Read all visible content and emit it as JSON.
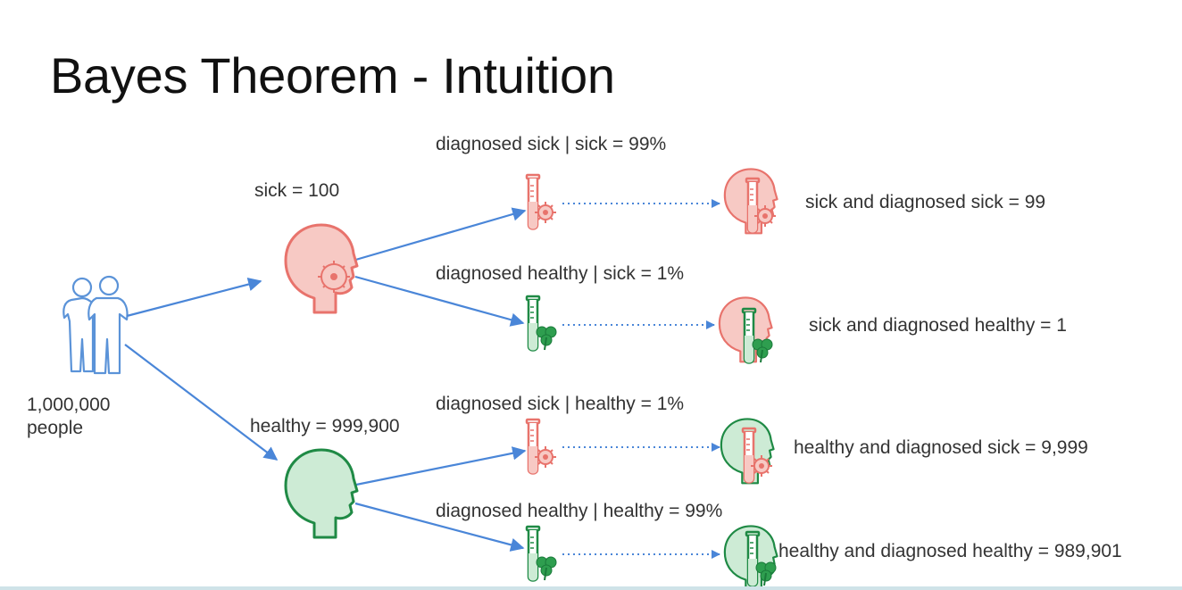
{
  "title": "Bayes Theorem - Intuition",
  "population": {
    "line1": "1,000,000",
    "line2": "people"
  },
  "groups": {
    "sick": "sick = 100",
    "healthy": "healthy = 999,900"
  },
  "test_labels": {
    "sick_pos": "diagnosed sick | sick = 99%",
    "sick_neg": "diagnosed healthy | sick = 1%",
    "healthy_pos": "diagnosed sick | healthy = 1%",
    "healthy_neg": "diagnosed healthy | healthy = 99%"
  },
  "outcomes": {
    "sick_pos": "sick and diagnosed sick = 99",
    "sick_neg": "sick and diagnosed healthy = 1",
    "healthy_pos": "healthy and diagnosed sick = 9,999",
    "healthy_neg": "healthy and diagnosed healthy = 989,901"
  },
  "colors": {
    "sick_stroke": "#e8736c",
    "sick_fill": "#f7c9c4",
    "healthy_stroke": "#1f8a45",
    "healthy_fill": "#cdebd5",
    "people_stroke": "#5b93d8",
    "arrow": "#4a86d8"
  },
  "icons": {
    "people": "people-icon",
    "sick_head": "sick-head-icon",
    "healthy_head": "healthy-head-icon",
    "positive_test": "virus-test-tube-icon",
    "negative_test": "clover-test-tube-icon"
  }
}
